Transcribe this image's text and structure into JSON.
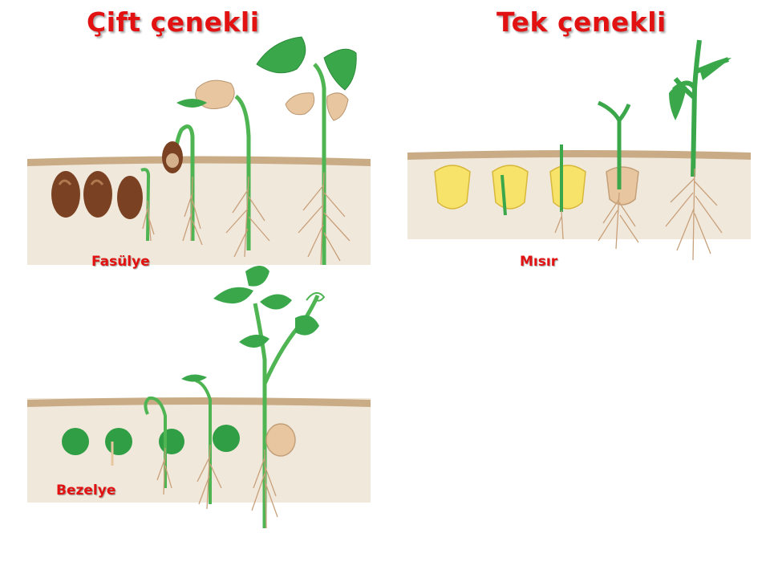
{
  "titles": {
    "dicot": "Çift çenekli",
    "monocot": "Tek çenekli"
  },
  "labels": {
    "bean": "Fasülye",
    "corn": "Mısır",
    "pea": "Bezelye"
  },
  "colors": {
    "title_red": "#e31212",
    "soil": "#efe5d8",
    "soil_edge": "#c9ac86",
    "leaf_green": "#3aa84a",
    "stem_green": "#4fb553",
    "seed_brown": "#7a4222",
    "corn_yellow": "#f7e36a",
    "pea_green": "#2f9e45",
    "root": "#c8a07a"
  }
}
